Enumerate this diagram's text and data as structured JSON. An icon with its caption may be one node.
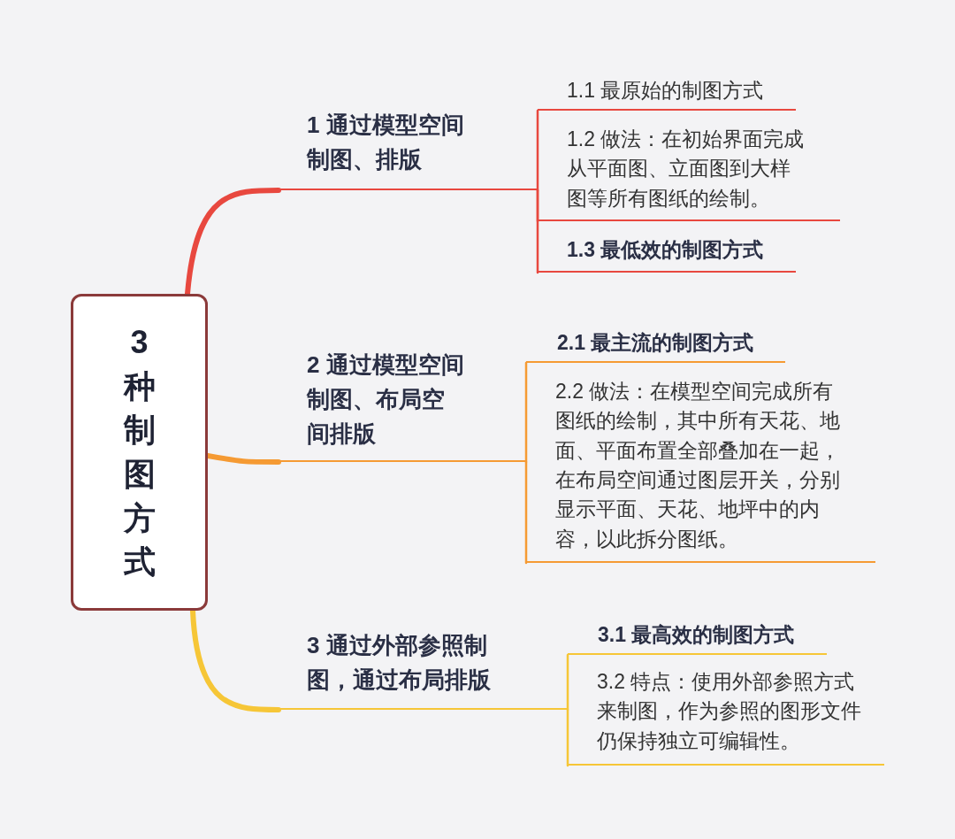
{
  "diagram": {
    "nodes": [
      {
        "text": [
          "3种制图方式"
        ]
      },
      {
        "text": [
          "1 通过模型空间制图、排版"
        ]
      },
      {
        "text": [
          "1.1 最原始的制图方式"
        ]
      },
      {
        "text": [
          "1.2 做法：在初始界面完成从平面图、立面图到大样图等所有图纸的绘制。"
        ]
      },
      {
        "text": [
          "1.3 最低效的制图方式"
        ]
      },
      {
        "text": [
          "2 通过模型空间制图、布局空间排版"
        ]
      },
      {
        "text": [
          "2.1 最主流的制图方式"
        ]
      },
      {
        "text": [
          "2.2 做法：在模型空间完成所有图纸的绘制，其中所有天花、地面、平面布置全部叠加在一起，在布局空间通过图层开关，分别显示平面、天花、地坪中的内容，以此拆分图纸。"
        ]
      },
      {
        "text": [
          "3 通过外部参照制图，通过布局排版"
        ]
      },
      {
        "text": [
          "3.1 最高效的制图方式"
        ]
      },
      {
        "text": [
          "3.2 特点：使用外部参照方式来制图，作为参照的图形文件仍保持独立可编辑性。"
        ]
      }
    ],
    "edges": [
      {
        "from": 0,
        "to": 1,
        "arrow": "none",
        "style": "thick",
        "color": "#e8483f"
      },
      {
        "from": 1,
        "to": 2,
        "arrow": "none",
        "color": "#e8483f"
      },
      {
        "from": 1,
        "to": 3,
        "arrow": "none",
        "color": "#e8483f"
      },
      {
        "from": 1,
        "to": 4,
        "arrow": "none",
        "color": "#e8483f"
      },
      {
        "from": 0,
        "to": 5,
        "arrow": "none",
        "style": "thick",
        "color": "#f59a33"
      },
      {
        "from": 5,
        "to": 6,
        "arrow": "none",
        "color": "#f59a33"
      },
      {
        "from": 5,
        "to": 7,
        "arrow": "none",
        "color": "#f59a33"
      },
      {
        "from": 0,
        "to": 8,
        "arrow": "none",
        "style": "thick",
        "color": "#f6c637"
      },
      {
        "from": 8,
        "to": 9,
        "arrow": "none",
        "color": "#f6c637"
      },
      {
        "from": 8,
        "to": 10,
        "arrow": "none",
        "color": "#f6c637"
      }
    ]
  }
}
